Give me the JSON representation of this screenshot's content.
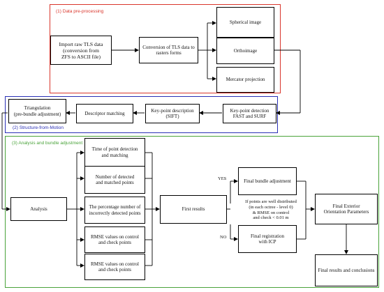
{
  "stages": {
    "preprocessing": {
      "title": "(1) Data pre-processing",
      "color": "#d9352b"
    },
    "sfm": {
      "title": "(2) Structure-from-Motion",
      "color": "#2a2fb5"
    },
    "analysis": {
      "title": "(3) Analysis and bundle adjustment",
      "color": "#4aa33a"
    }
  },
  "nodes": {
    "import": "Import raw TLS data\n(conversion from\nZFS to ASCII file)",
    "conversion": "Conversion of TLS data to\nrasters forms",
    "spherical": "Spherical image",
    "orthoimage": "Orthoimage",
    "mercator": "Mercator projection",
    "keypoint_detection": "Key-point detection\nFAST and SURF",
    "keypoint_description": "Key-point description (SIFT)",
    "descriptor_matching": "Descriptor matching",
    "triangulation": "Triangulation\n(pre-bundle adjustment)",
    "analysis": "Analysis",
    "time": "Time of point detection\nand matching",
    "number": "Number of detected\nand matched points",
    "percentage": "The percentage number of\nincorrectly detected points",
    "rmse1": "RMSE values on control\nand check points",
    "rmse2": "RMSE values on control\nand check points",
    "first_results": "First results",
    "final_bundle": "Final bundle adjustment",
    "final_registration": "Final registration\nwith ICP",
    "final_eo": "Final Exterior\nOrientation Parameters",
    "final_results": "Final results and conclusions"
  },
  "decision": {
    "condition": "If points are well distributed\n(in each octree - level 0)\n& RMSE on control\nand check < 0.01 m",
    "yes": "YES",
    "no": "NO"
  }
}
